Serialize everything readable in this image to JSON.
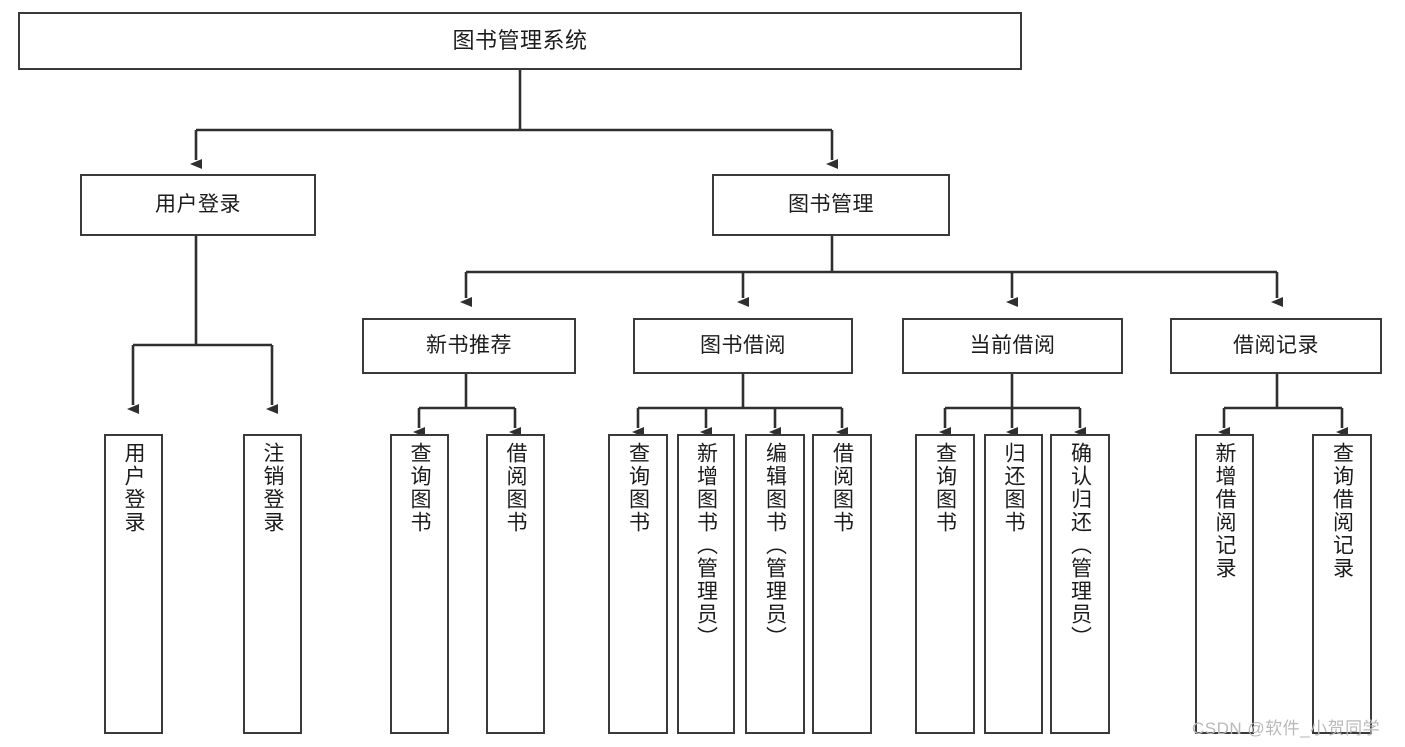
{
  "diagram": {
    "title": "图书管理系统",
    "type": "functional-structure-tree",
    "colors": {
      "box_border": "#3a3a3a",
      "box_fill": "#ffffff",
      "connector": "#3a3a3a",
      "text": "#1c1c1c",
      "watermark": "#b9b9b9",
      "background": "#ffffff"
    },
    "root": {
      "id": "root",
      "label": "图书管理系统"
    },
    "level2": [
      {
        "id": "user-login",
        "label": "用户登录"
      },
      {
        "id": "book-manage",
        "label": "图书管理"
      }
    ],
    "level3": [
      {
        "id": "new-book-recommend",
        "label": "新书推荐",
        "parent": "book-manage"
      },
      {
        "id": "book-borrow",
        "label": "图书借阅",
        "parent": "book-manage"
      },
      {
        "id": "current-borrow",
        "label": "当前借阅",
        "parent": "book-manage"
      },
      {
        "id": "borrow-record",
        "label": "借阅记录",
        "parent": "book-manage"
      }
    ],
    "leaves": {
      "user_login": [
        {
          "id": "leaf-user-login",
          "label": "用户登录"
        },
        {
          "id": "leaf-user-logout",
          "label": "注销登录"
        }
      ],
      "new_book_recommend": [
        {
          "id": "leaf-query-book-1",
          "label": "查询图书"
        },
        {
          "id": "leaf-borrow-book-1",
          "label": "借阅图书"
        }
      ],
      "book_borrow": [
        {
          "id": "leaf-query-book-2",
          "label": "查询图书"
        },
        {
          "id": "leaf-add-book",
          "label": "新增图书（管理员）"
        },
        {
          "id": "leaf-edit-book",
          "label": "编辑图书（管理员）"
        },
        {
          "id": "leaf-borrow-book-2",
          "label": "借阅图书"
        }
      ],
      "current_borrow": [
        {
          "id": "leaf-query-book-3",
          "label": "查询图书"
        },
        {
          "id": "leaf-return-book",
          "label": "归还图书"
        },
        {
          "id": "leaf-confirm-return",
          "label": "确认归还（管理员）"
        }
      ],
      "borrow_record": [
        {
          "id": "leaf-add-record",
          "label": "新增借阅记录"
        },
        {
          "id": "leaf-query-record",
          "label": "查询借阅记录"
        }
      ]
    },
    "watermark": "CSDN @软件_小贺同学"
  }
}
